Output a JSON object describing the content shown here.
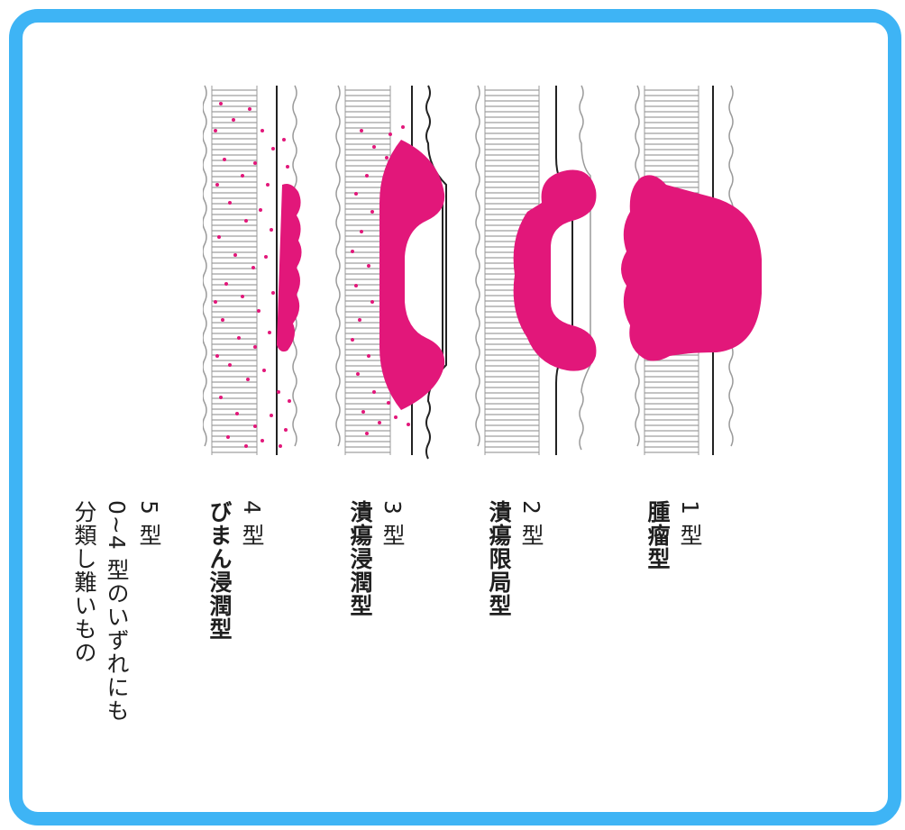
{
  "colors": {
    "frame": "#3eb4f5",
    "tumor": "#e2177a",
    "line": "#222222",
    "wall_hatch": "#9a9a9a"
  },
  "types": [
    {
      "number": "1 型",
      "name": "腫瘤型"
    },
    {
      "number": "2 型",
      "name": "潰瘍限局型"
    },
    {
      "number": "3 型",
      "name": "潰瘍浸潤型"
    },
    {
      "number": "4 型",
      "name": "びまん浸潤型"
    },
    {
      "number": "5 型",
      "name": "0~4 型のいずれにも",
      "name_line2": "分類し難いもの"
    }
  ]
}
